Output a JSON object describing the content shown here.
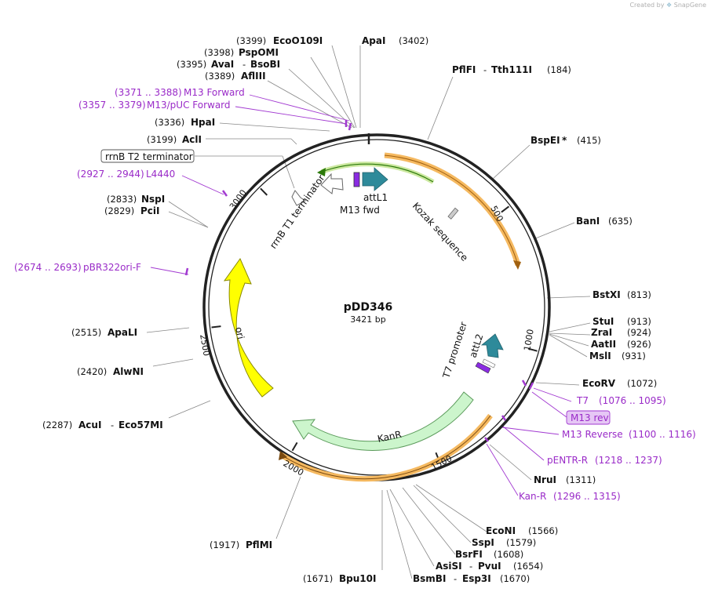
{
  "credit": {
    "prefix": "Created by",
    "brand": "SnapGene"
  },
  "plasmid": {
    "name": "pDD346",
    "length_label": "3421 bp",
    "length": 3421
  },
  "colors": {
    "backbone": "#222222",
    "primer": "#a23ad1",
    "orf_orange": "#f5b960",
    "kanr": "#ccf5cc",
    "ori": "#ffff00",
    "att": "#2e8a9a",
    "m13fwd": "#8a2be2"
  },
  "ticks": [
    {
      "bp": 500,
      "label": "500"
    },
    {
      "bp": 1000,
      "label": "1000"
    },
    {
      "bp": 1500,
      "label": "1500"
    },
    {
      "bp": 2000,
      "label": "2000"
    },
    {
      "bp": 2500,
      "label": "2500"
    },
    {
      "bp": 3000,
      "label": "3000"
    }
  ],
  "features": [
    {
      "name": "attL1",
      "label": "attL1",
      "kind": "arrow"
    },
    {
      "name": "M13 fwd",
      "label": "M13 fwd",
      "kind": "primer-box"
    },
    {
      "name": "Kozak sequence",
      "label": "Kozak sequence",
      "kind": "small-box"
    },
    {
      "name": "rrnB T1 terminator",
      "label": "rrnB T1 terminator",
      "kind": "terminator"
    },
    {
      "name": "rrnB T2 terminator",
      "label": "rrnB T2 terminator",
      "kind": "terminator"
    },
    {
      "name": "T7 promoter",
      "label": "T7 promoter",
      "kind": "promoter"
    },
    {
      "name": "attL2",
      "label": "attL2",
      "kind": "arrow"
    },
    {
      "name": "KanR",
      "label": "KanR",
      "kind": "cds"
    },
    {
      "name": "ori",
      "label": "ori",
      "kind": "origin"
    }
  ],
  "sites_left": [
    {
      "pos": "(3399)",
      "name": "EcoO109I"
    },
    {
      "pos": "(3398)",
      "name": "PspOMI"
    },
    {
      "pos": "(3395)",
      "name": "AvaI",
      "alt": "BsoBI"
    },
    {
      "pos": "(3389)",
      "name": "AflIII"
    },
    {
      "pos": "(3336)",
      "name": "HpaI"
    },
    {
      "pos": "(3199)",
      "name": "AclI"
    },
    {
      "pos": "(2833)",
      "name": "NspI"
    },
    {
      "pos": "(2829)",
      "name": "PciI"
    },
    {
      "pos": "(2515)",
      "name": "ApaLI"
    },
    {
      "pos": "(2420)",
      "name": "AlwNI"
    },
    {
      "pos": "(2287)",
      "name": "AcuI",
      "alt": "Eco57MI"
    },
    {
      "pos": "(1917)",
      "name": "PflMI"
    },
    {
      "pos": "(1671)",
      "name": "Bpu10I"
    }
  ],
  "sites_right": [
    {
      "pos": "(3402)",
      "name": "ApaI"
    },
    {
      "pos": "(184)",
      "name": "PflFI",
      "alt": "Tth111I"
    },
    {
      "pos": "(415)",
      "name": "BspEI",
      "star": "*"
    },
    {
      "pos": "(635)",
      "name": "BanI"
    },
    {
      "pos": "(813)",
      "name": "BstXI"
    },
    {
      "pos": "(913)",
      "name": "StuI"
    },
    {
      "pos": "(924)",
      "name": "ZraI"
    },
    {
      "pos": "(926)",
      "name": "AatII"
    },
    {
      "pos": "(931)",
      "name": "MslI"
    },
    {
      "pos": "(1072)",
      "name": "EcoRV"
    },
    {
      "pos": "(1311)",
      "name": "NruI"
    },
    {
      "pos": "(1566)",
      "name": "EcoNI"
    },
    {
      "pos": "(1579)",
      "name": "SspI"
    },
    {
      "pos": "(1608)",
      "name": "BsrFI"
    },
    {
      "pos": "(1654)",
      "name": "AsiSI",
      "alt": "PvuI"
    },
    {
      "pos": "(1670)",
      "name": "BsmBI",
      "alt": "Esp3I"
    }
  ],
  "primers": [
    {
      "range": "(3371 .. 3388)",
      "name": "M13 Forward"
    },
    {
      "range": "(3357 .. 3379)",
      "name": "M13/pUC Forward"
    },
    {
      "range": "(2927 .. 2944)",
      "name": "L4440"
    },
    {
      "range": "(2674 .. 2693)",
      "name": "pBR322ori-F"
    },
    {
      "range": "(1076 .. 1095)",
      "name": "T7"
    },
    {
      "range": "(1100 .. 1116)",
      "name": "M13 Reverse"
    },
    {
      "range": "(1218 .. 1237)",
      "name": "pENTR-R"
    },
    {
      "range": "(1296 .. 1315)",
      "name": "Kan-R"
    }
  ],
  "boxed_labels": {
    "rrnb_t2": "rrnB T2 terminator",
    "m13rev": "M13 rev"
  }
}
